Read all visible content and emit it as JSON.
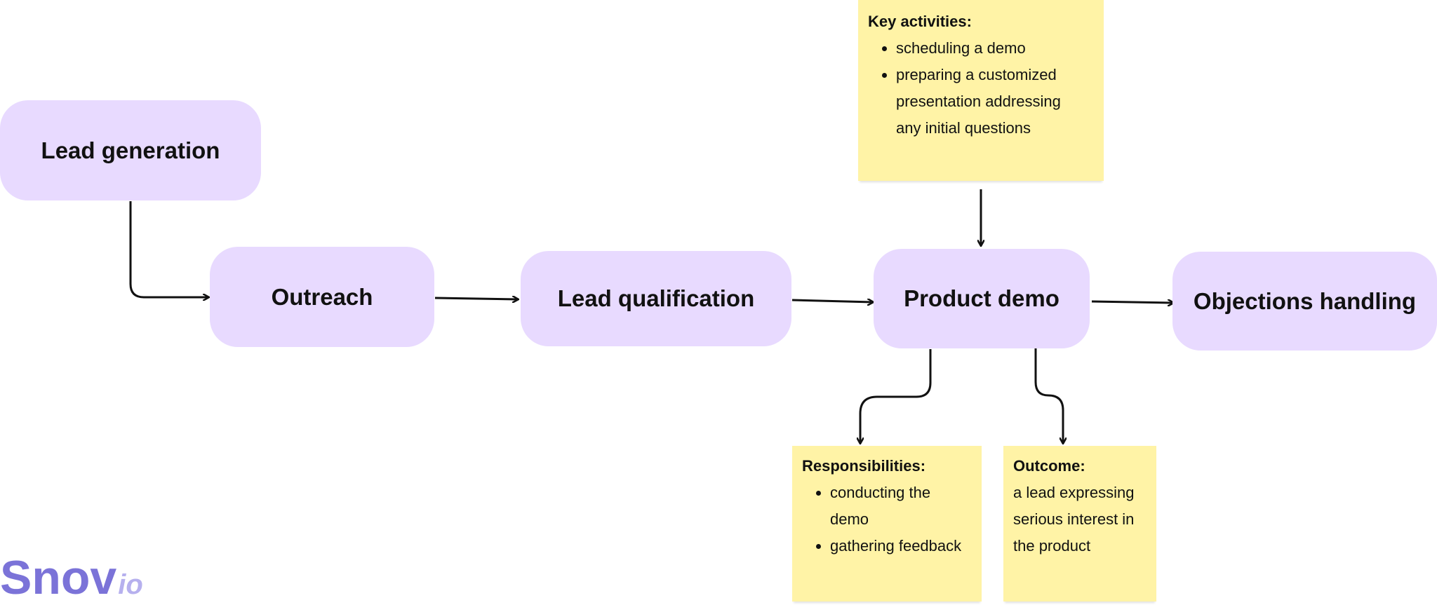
{
  "colors": {
    "stage_fill": "#e8daff",
    "note_fill": "#fff3a6",
    "arrow": "#111111",
    "logo_primary": "#7b73d8",
    "logo_secondary": "#b6b0ee"
  },
  "stages": {
    "lead_generation": "Lead generation",
    "outreach": "Outreach",
    "lead_qualification": "Lead qualification",
    "product_demo": "Product demo",
    "objections_handling": "Objections handling"
  },
  "notes": {
    "key_activities": {
      "title": "Key activities:",
      "items": [
        "scheduling a demo",
        "preparing a customized presentation addressing any initial questions"
      ]
    },
    "responsibilities": {
      "title": "Responsibilities:",
      "items": [
        "conducting the demo",
        "gathering feedback"
      ]
    },
    "outcome": {
      "title": "Outcome:",
      "text": "a lead expressing serious interest in the product"
    }
  },
  "logo": {
    "primary": "Snov",
    "secondary": "io"
  }
}
